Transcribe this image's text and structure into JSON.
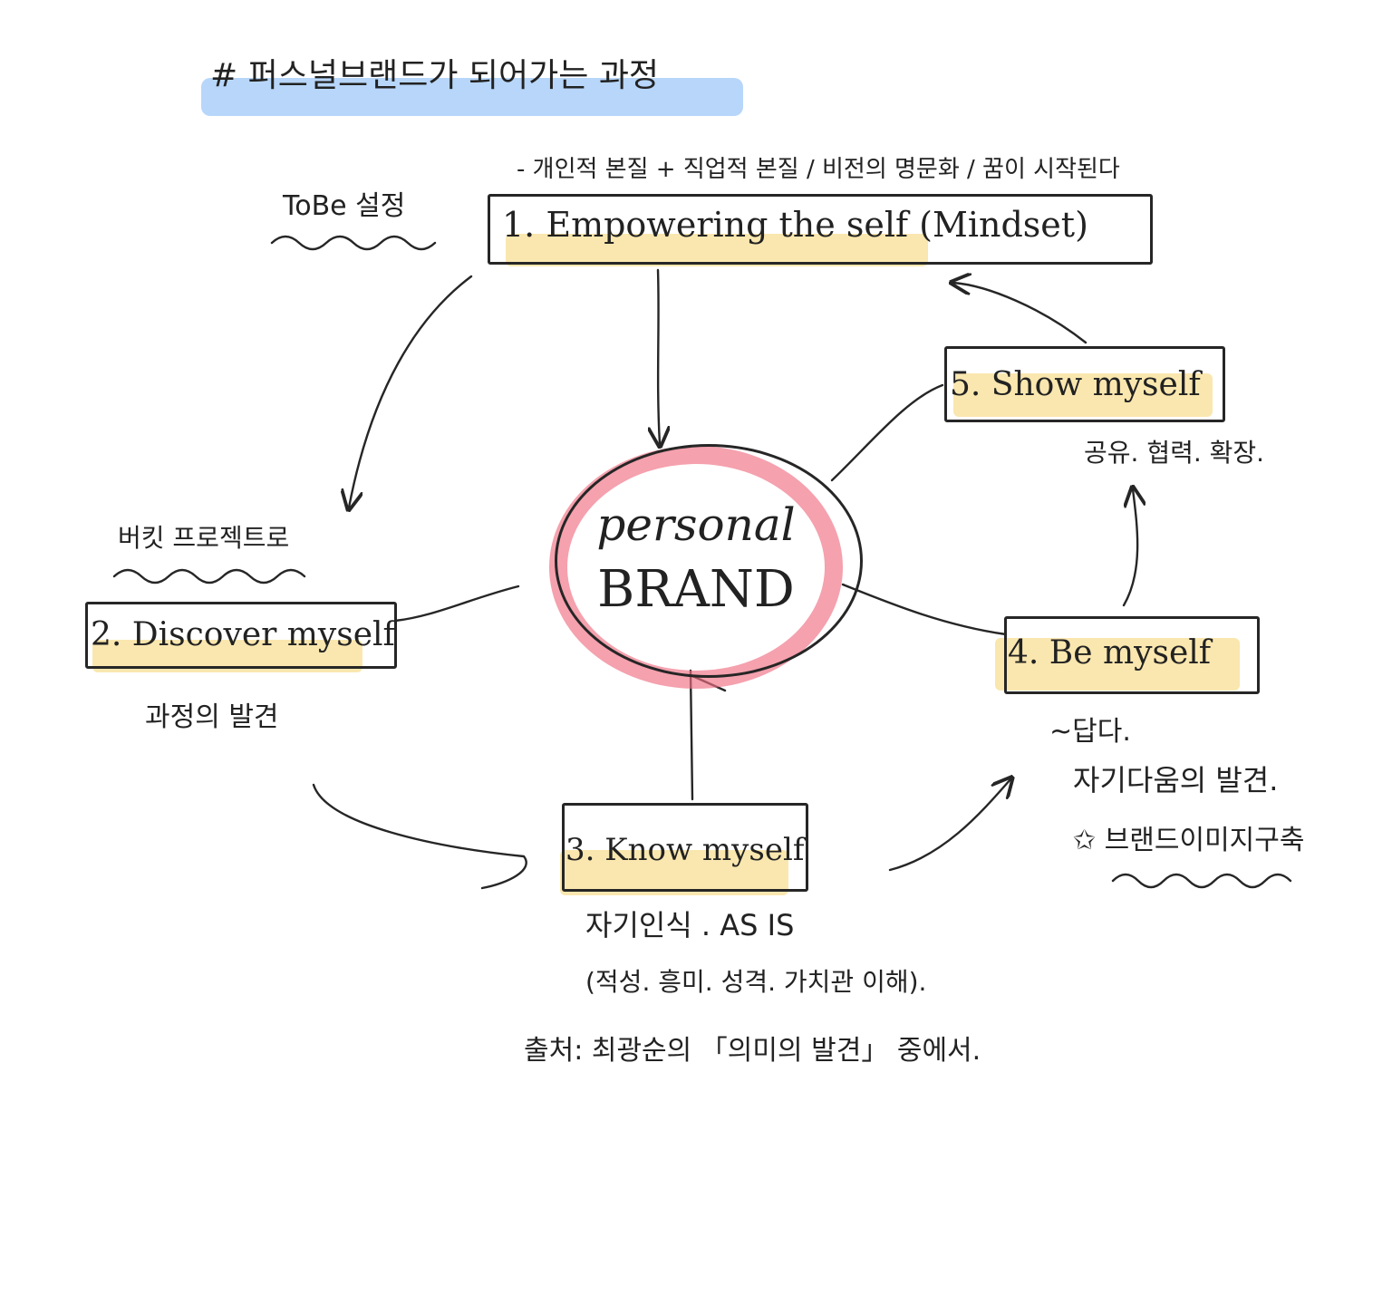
{
  "title": "# 퍼스널브랜드가 되어가는 과정",
  "subtitle": "- 개인적 본질 + 직업적 본질 / 비전의 명문화 / 꿈이 시작된다",
  "tobe_note": "ToBe 설정",
  "center": {
    "line1": "personal",
    "line2": "BRAND"
  },
  "steps": [
    {
      "label": "1. Empowering the self (Mindset)"
    },
    {
      "label": "2. Discover myself",
      "note_above": "버킷 프로젝트로",
      "note_below": "과정의 발견"
    },
    {
      "label": "3. Know myself",
      "note1": "자기인식 . AS IS",
      "note2": "(적성. 흥미. 성격. 가치관 이해)."
    },
    {
      "label": "4. Be myself",
      "note1": "~답다.",
      "note2": "자기다움의 발견.",
      "note3": "✩ 브랜드이미지구축"
    },
    {
      "label": "5. Show myself",
      "note_below": "공유. 협력. 확장."
    }
  ],
  "source": "출처: 최광순의 「의미의 발견」 중에서.",
  "colors": {
    "highlight_blue": "#9fc8f7",
    "highlight_yellow": "#f7d77a",
    "brand_ring": "#f06e82",
    "ink": "#262626"
  }
}
